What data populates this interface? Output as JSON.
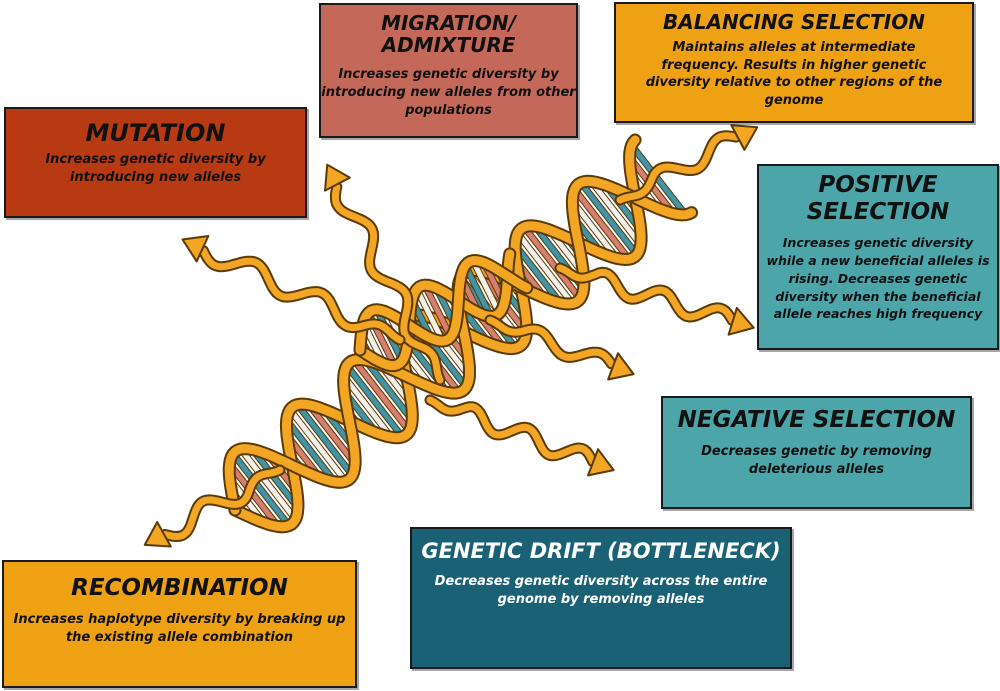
{
  "colors": {
    "mutation": "#b83a12",
    "migration": "#c4695a",
    "balancing": "#eda113",
    "positive": "#4ca6a9",
    "negative": "#4ca6a9",
    "drift": "#1b6175",
    "recombination": "#eda113",
    "dna_backbone": "#f2a623",
    "dna_outline": "#5a3a06",
    "base_teal": "#3f94a6",
    "base_salmon": "#d77e6c",
    "base_white": "#f4f1ea"
  },
  "mutation": {
    "title": "MUTATION",
    "description": "Increases genetic diversity by introducing new alleles"
  },
  "migration": {
    "title": "MIGRATION/ ADMIXTURE",
    "description": "Increases genetic diversity by introducing new alleles from other populations"
  },
  "balancing": {
    "title": "BALANCING SELECTION",
    "description": "Maintains alleles at intermediate frequency. Results in higher genetic diversity relative to other regions of the genome"
  },
  "positive": {
    "title": "POSITIVE SELECTION",
    "description": "Increases genetic diversity while a new beneficial alleles is rising. Decreases genetic diversity when the beneficial allele reaches high frequency"
  },
  "negative": {
    "title": "NEGATIVE SELECTION",
    "description": "Decreases genetic by removing deleterious alleles"
  },
  "drift": {
    "title": "GENETIC DRIFT (BOTTLENECK)",
    "description": "Decreases genetic diversity across the entire genome by removing alleles"
  },
  "recombination": {
    "title": "RECOMBINATION",
    "description": "Increases haplotype diversity by breaking up the existing allele combination"
  }
}
